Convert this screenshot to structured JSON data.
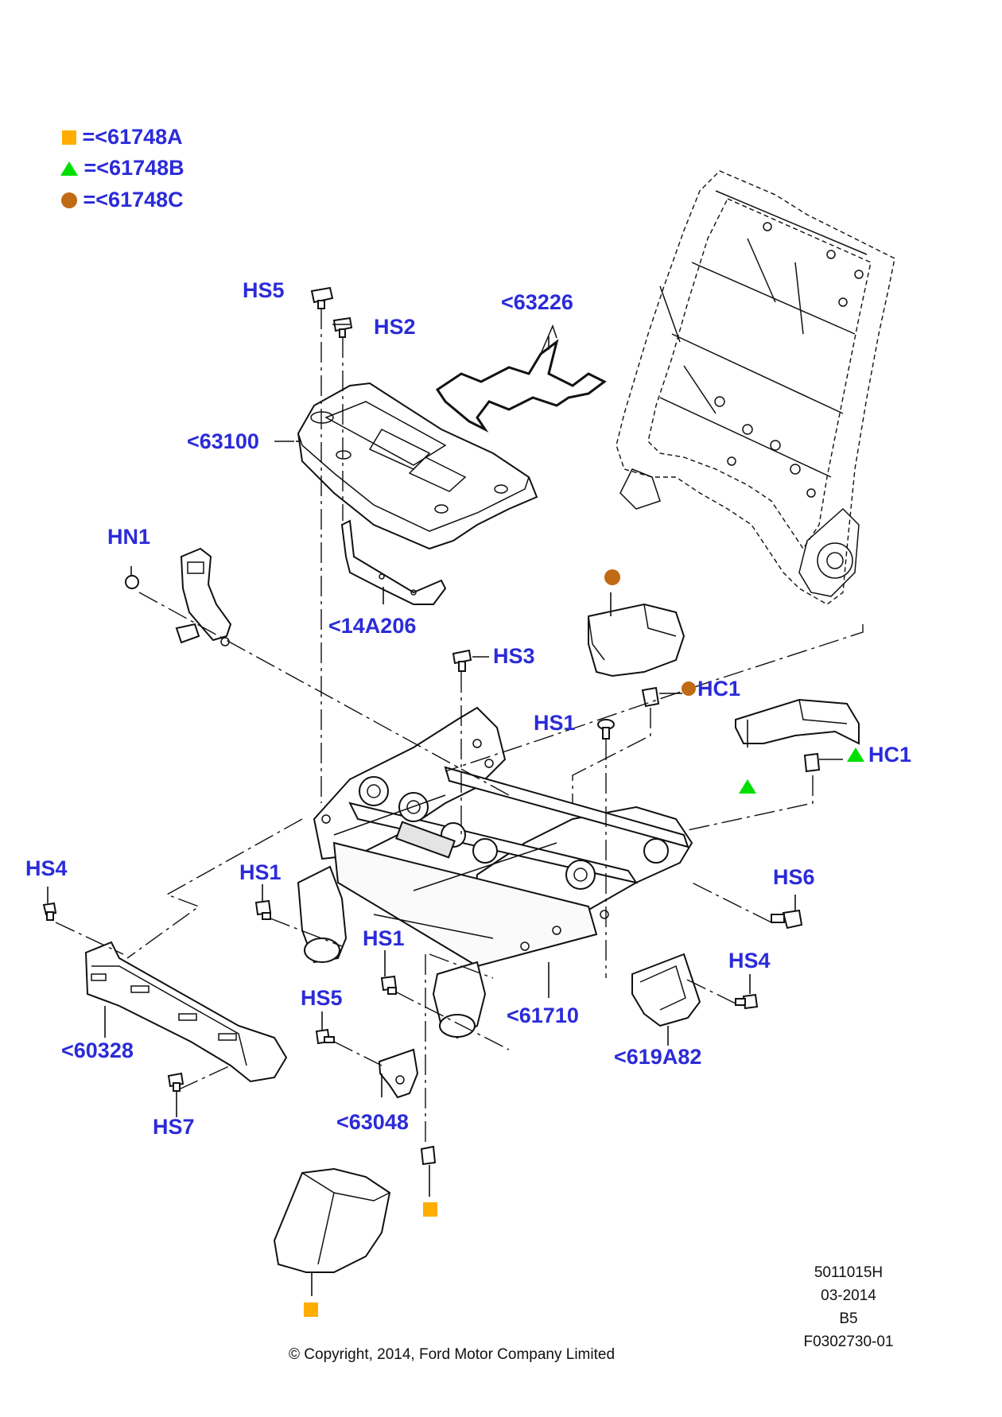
{
  "legend": [
    {
      "marker": "square",
      "color": "#ffad00",
      "text": "=<61748A"
    },
    {
      "marker": "triangle",
      "color": "#00e000",
      "text": "=<61748B"
    },
    {
      "marker": "circle",
      "color": "#c06a14",
      "text": "=<61748C"
    }
  ],
  "callouts": {
    "hs5_top": "HS5",
    "hs2": "HS2",
    "p63226": "<63226",
    "p63100": "<63100",
    "hn1": "HN1",
    "p14a206": "<14A206",
    "hs3": "HS3",
    "hc1_circle": "HC1",
    "hs1_mid": "HS1",
    "hc1_triangle": "HC1",
    "hs4_left": "HS4",
    "hs1_left": "HS1",
    "hs6": "HS6",
    "hs1_lower": "HS1",
    "hs4_right": "HS4",
    "hs5_lower": "HS5",
    "p61710": "<61710",
    "p60328": "<60328",
    "p619a82": "<619A82",
    "hs7": "HS7",
    "p63048": "<63048"
  },
  "drawing_info": {
    "code": "5011015H",
    "date": "03-2014",
    "revision": "B5",
    "figure_id": "F0302730-01"
  },
  "copyright": "© Copyright, 2014, Ford Motor Company Limited",
  "colors": {
    "label_blue": "#2b2bd9",
    "square_orange": "#ffad00",
    "triangle_green": "#00e000",
    "circle_brown": "#c06a14"
  }
}
